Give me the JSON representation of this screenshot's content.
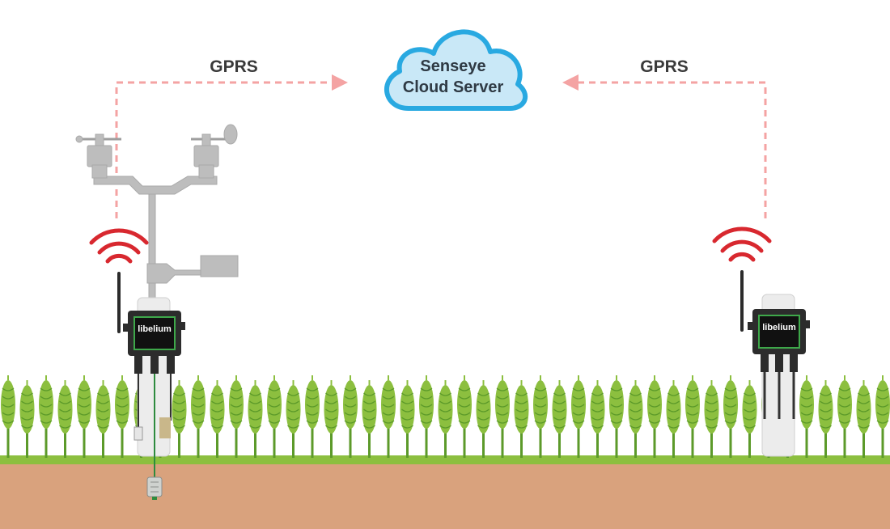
{
  "cloud": {
    "line1": "Senseye",
    "line2": "Cloud Server"
  },
  "links": {
    "left_label": "GPRS",
    "right_label": "GPRS"
  },
  "devices": {
    "left_brand": "libelium",
    "right_brand": "libelium"
  },
  "colors": {
    "link_dash": "#f4a3a3",
    "signal": "#d8282f",
    "cloud_fill": "#c9e8f7",
    "cloud_stroke": "#29a9e1",
    "soil": "#d9a27d",
    "grass": "#8cbf3f",
    "crop": "#8cbf3f",
    "crop_dark": "#5c9a2a",
    "device_frame": "#3ea84a"
  },
  "icons": [
    "cloud-icon",
    "wifi-signal-icon",
    "antenna-icon",
    "weather-station-icon",
    "wheat-crop-icon",
    "soil-probe-icon"
  ]
}
